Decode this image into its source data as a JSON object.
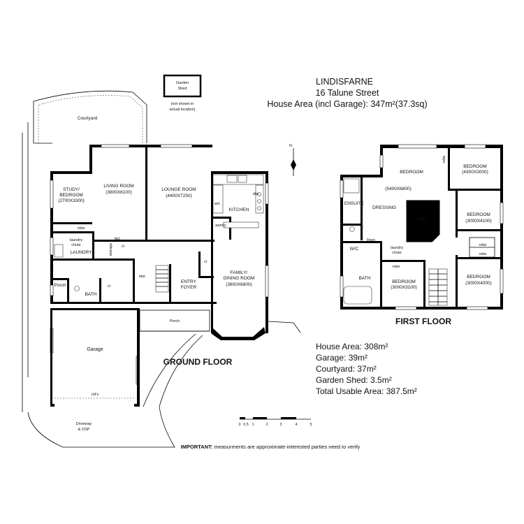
{
  "header": {
    "name": "LINDISFARNE",
    "address": "16 Talune Street",
    "house_area": "House Area (incl Garage): 347m²(37.3sq)"
  },
  "garden_shed_note": {
    "label_line1": "Garden",
    "label_line2": "Shed",
    "note_line1": "(not shown in",
    "note_line2": "actual location)"
  },
  "north_label": "N",
  "ground_floor": {
    "title": "GROUND FLOOR",
    "rooms": {
      "courtyard": "Courtyard",
      "study_line1": "STUDY/",
      "study_line2": "BEDROOM",
      "study_dims": "(2700X3300)",
      "living": "LIVING ROOM",
      "living_dims": "(3800X6100)",
      "lounge": "LOUNGE ROOM",
      "lounge_dims": "(4400X7250)",
      "kitchen": "KITCHEN",
      "dw": "d/w",
      "wc": "w/c",
      "pantry": "pantry",
      "robe": "robe",
      "laundry_chute_line1": "laundry",
      "laundry_chute_line2": "chute",
      "laundry": "LAUNDRY",
      "storage": "storage",
      "twc": "twc",
      "cl": "cl",
      "stor": "stor.",
      "entry_line1": "ENTRY",
      "entry_line2": "FOYER",
      "family_line1": "FAMILY/",
      "family_line2": "DINING ROOM",
      "family_dims": "(3800X6800)",
      "porch": "Porch",
      "bath": "BATH",
      "garage": "Garage",
      "rds": "r/d's",
      "driveway_line1": "Driveway",
      "driveway_line2": "& OSP"
    }
  },
  "first_floor": {
    "title": "FIRST FLOOR",
    "rooms": {
      "bedroom1": "BEDROOM",
      "bedroom1_dims": "(5400X6800)",
      "dressing": "DRESSING",
      "wir": "WIR",
      "ensuite": "ENSUITE",
      "robe": "robe",
      "bedroom2": "BEDROOM",
      "bedroom2_dims": "(4300X3000)",
      "bedroom3": "BEDROOM",
      "bedroom3_dims": "(3000X4100)",
      "bedroom4": "BEDROOM",
      "bedroom4_dims": "(3000X4000)",
      "bedroom5": "BEDROOM",
      "bedroom5_dims": "(3000X3100)",
      "linen": "linen",
      "laundry_chute_line1": "laundry",
      "laundry_chute_line2": "chute",
      "wc": "W/C",
      "bath": "BATH"
    }
  },
  "summary": {
    "house_area": "House Area: 308m²",
    "garage": "Garage: 39m²",
    "courtyard": "Courtyard: 37m²",
    "garden_shed": "Garden Shed: 3.5m²",
    "total": "Total Usable Area: 387.5m²"
  },
  "scale_bar": {
    "ticks": [
      "0",
      "0.5",
      "1",
      "2",
      "3",
      "4",
      "5"
    ]
  },
  "footer": {
    "important_bold": "IMPORTANT:",
    "important_text": " measurments are approximate-interested parties need to verify"
  }
}
